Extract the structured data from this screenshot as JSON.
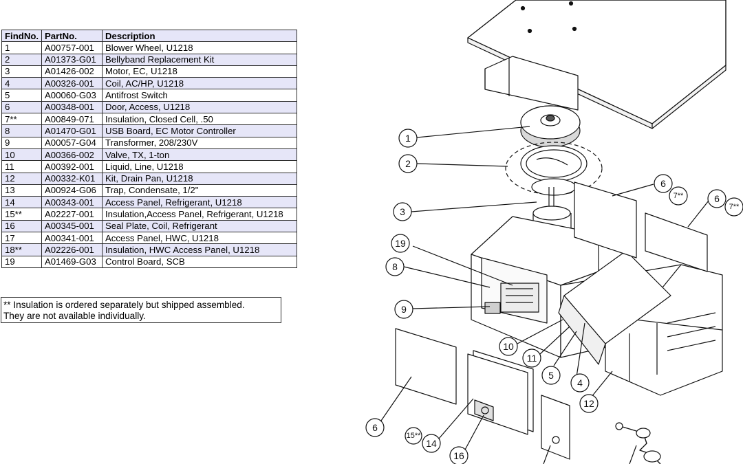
{
  "table": {
    "headers": [
      "FindNo.",
      "PartNo.",
      "Description"
    ],
    "rows": [
      [
        "1",
        "A00757-001",
        "Blower Wheel, U1218"
      ],
      [
        "2",
        "A01373-G01",
        "Bellyband Replacement Kit"
      ],
      [
        "3",
        "A01426-002",
        "Motor, EC, U1218"
      ],
      [
        "4",
        "A00326-001",
        "Coil, AC/HP, U1218"
      ],
      [
        "5",
        "A00060-G03",
        "Antifrost Switch"
      ],
      [
        "6",
        "A00348-001",
        "Door, Access, U1218"
      ],
      [
        "7**",
        "A00849-071",
        "Insulation, Closed Cell, .50"
      ],
      [
        "8",
        "A01470-G01",
        "USB Board, EC Motor Controller"
      ],
      [
        "9",
        "A00057-G04",
        "Transformer, 208/230V"
      ],
      [
        "10",
        "A00366-002",
        "Valve, TX, 1-ton"
      ],
      [
        "11",
        "A00392-001",
        "Liquid, Line, U1218"
      ],
      [
        "12",
        "A00332-K01",
        "Kit, Drain Pan, U1218"
      ],
      [
        "13",
        "A00924-G06",
        "Trap, Condensate, 1/2\""
      ],
      [
        "14",
        "A00343-001",
        "Access Panel, Refrigerant, U1218"
      ],
      [
        "15**",
        "A02227-001",
        "Insulation,Access Panel, Refrigerant, U1218"
      ],
      [
        "16",
        "A00345-001",
        "Seal Plate, Coil, Refrigerant"
      ],
      [
        "17",
        "A00341-001",
        "Access Panel, HWC, U1218"
      ],
      [
        "18**",
        "A02226-001",
        "Insulation, HWC Access Panel, U1218"
      ],
      [
        "19",
        "A01469-G03",
        "Control Board, SCB"
      ]
    ],
    "shade_color": "#e6e6f8"
  },
  "note": {
    "line1": "** Insulation is ordered separately but shipped assembled.",
    "line2": "They are not available individually."
  },
  "callouts": {
    "c1": "1",
    "c2": "2",
    "c3": "3",
    "c4": "4",
    "c5": "5",
    "c6a": "6",
    "c6b": "6",
    "c6c": "6",
    "c7a": "7**",
    "c7b": "7**",
    "c8": "8",
    "c9": "9",
    "c10": "10",
    "c11": "11",
    "c12": "12",
    "c14": "14",
    "c15": "15**",
    "c16": "16",
    "c19": "19"
  }
}
